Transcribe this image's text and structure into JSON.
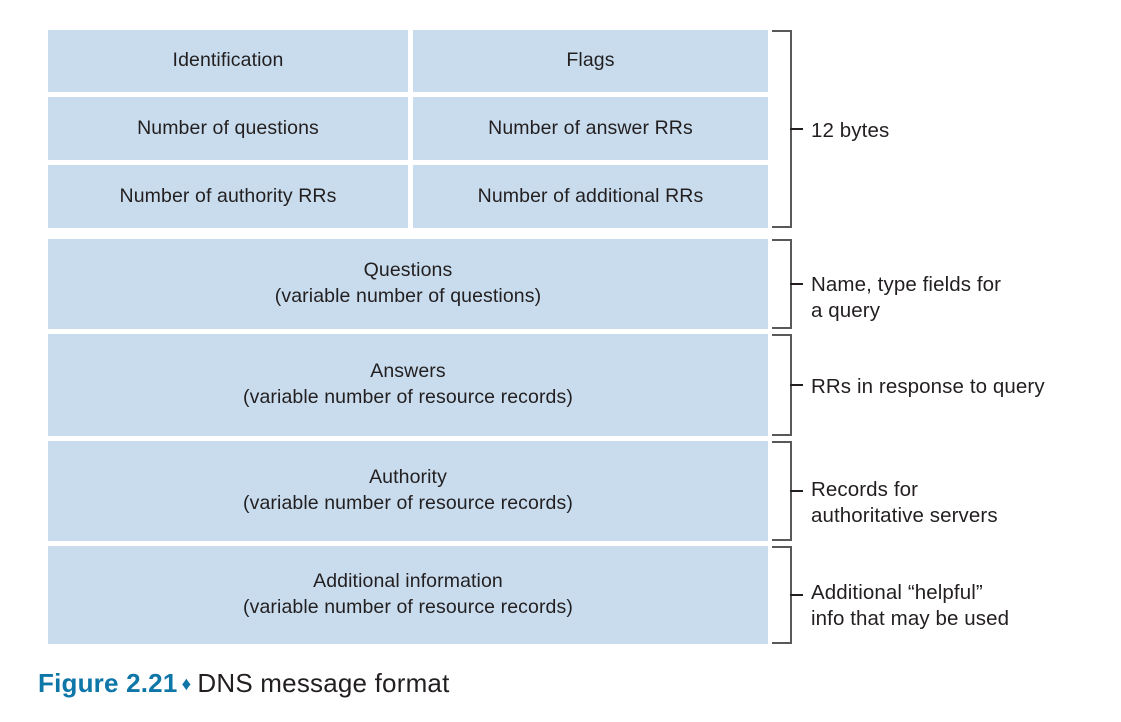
{
  "figure": {
    "number_label": "Figure 2.21",
    "diamond_glyph": "♦",
    "title": "DNS message format"
  },
  "diagram": {
    "fill_color": "#c8dced",
    "bracket_color": "#58595b",
    "text_color": "#231f20",
    "accent_color": "#0f76a8",
    "header_fields": [
      {
        "name": "identification",
        "label": "Identification"
      },
      {
        "name": "flags",
        "label": "Flags"
      },
      {
        "name": "number-of-questions",
        "label": "Number of questions"
      },
      {
        "name": "number-of-answer-rrs",
        "label": "Number of answer RRs"
      },
      {
        "name": "number-of-authority-rrs",
        "label": "Number of authority RRs"
      },
      {
        "name": "number-of-additional-rrs",
        "label": "Number of additional RRs"
      }
    ],
    "sections": [
      {
        "name": "questions",
        "title": "Questions",
        "subtitle": "(variable number of questions)"
      },
      {
        "name": "answers",
        "title": "Answers",
        "subtitle": "(variable number of resource records)"
      },
      {
        "name": "authority",
        "title": "Authority",
        "subtitle": "(variable number of resource records)"
      },
      {
        "name": "additional-information",
        "title": "Additional information",
        "subtitle": "(variable number of resource records)"
      }
    ],
    "annotations": [
      {
        "name": "header-size",
        "text": "12 bytes"
      },
      {
        "name": "questions-note",
        "text": "Name, type fields for\na query"
      },
      {
        "name": "answers-note",
        "text": "RRs in response to query"
      },
      {
        "name": "authority-note",
        "text": "Records for\nauthoritative servers"
      },
      {
        "name": "additional-note",
        "text": "Additional “helpful”\ninfo that may be used"
      }
    ]
  }
}
